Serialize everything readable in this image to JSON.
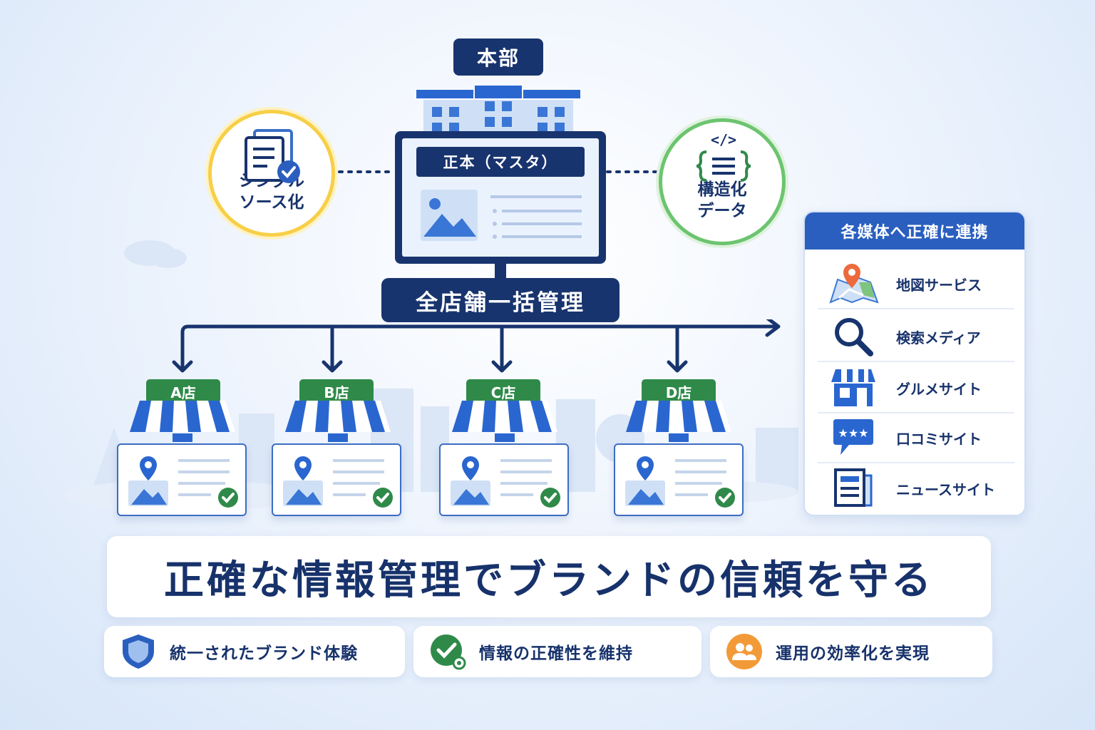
{
  "headquarters": {
    "label": "本部"
  },
  "left_circle": {
    "label_line1": "シングル",
    "label_line2": "ソース化",
    "icon": "documents-check-icon",
    "color": "#f7cf47"
  },
  "right_circle": {
    "label_line1": "構造化",
    "label_line2": "データ",
    "icon": "code-braces-icon",
    "color": "#6cc46f"
  },
  "master": {
    "label": "正本（マスタ）"
  },
  "management": {
    "label": "全店舗一括管理"
  },
  "stores": [
    {
      "label": "A店"
    },
    {
      "label": "B店"
    },
    {
      "label": "C店"
    },
    {
      "label": "D店"
    }
  ],
  "media_panel": {
    "title": "各媒体へ正確に連携",
    "items": [
      {
        "label": "地図サービス",
        "icon": "map-pin-icon"
      },
      {
        "label": "検索メディア",
        "icon": "search-icon"
      },
      {
        "label": "グルメサイト",
        "icon": "storefront-icon"
      },
      {
        "label": "口コミサイト",
        "icon": "review-bubble-icon"
      },
      {
        "label": "ニュースサイト",
        "icon": "newspaper-icon"
      }
    ]
  },
  "headline": {
    "text": "正確な情報管理でブランドの信頼を守る"
  },
  "benefits": [
    {
      "label": "統一されたブランド体験",
      "icon": "shield-icon"
    },
    {
      "label": "情報の正確性を維持",
      "icon": "check-circle-icon"
    },
    {
      "label": "運用の効率化を実現",
      "icon": "users-icon"
    }
  ],
  "colors": {
    "navy": "#18346e",
    "blue": "#2a5fbf",
    "green": "#2f8a49",
    "orange": "#f29a38"
  }
}
